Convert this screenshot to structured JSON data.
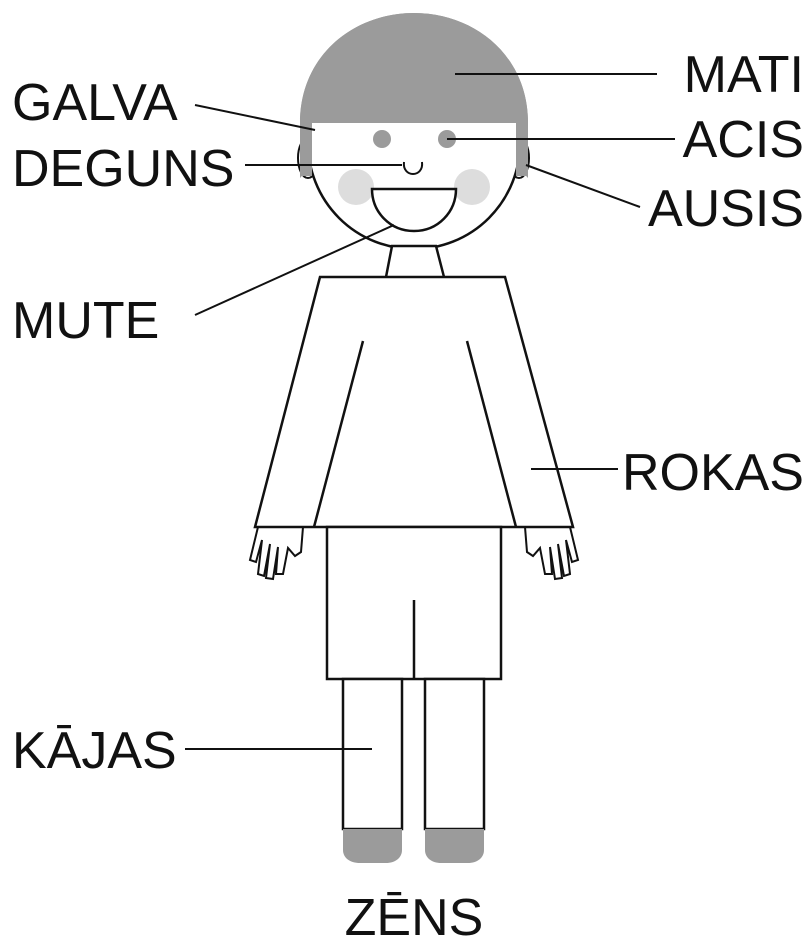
{
  "title": "ZĒNS",
  "labels": {
    "galva": "GALVA",
    "deguns": "DEGUNS",
    "mute": "MUTE",
    "kajas": "KĀJAS",
    "mati": "MATI",
    "acis": "ACIS",
    "ausis": "AUSIS",
    "rokas": "ROKAS"
  },
  "colors": {
    "hair": "#9b9b9b",
    "shoes": "#9b9b9b",
    "eyes": "#9b9b9b",
    "cheeks": "#dddddd",
    "outline": "#111111",
    "fill": "#ffffff"
  }
}
